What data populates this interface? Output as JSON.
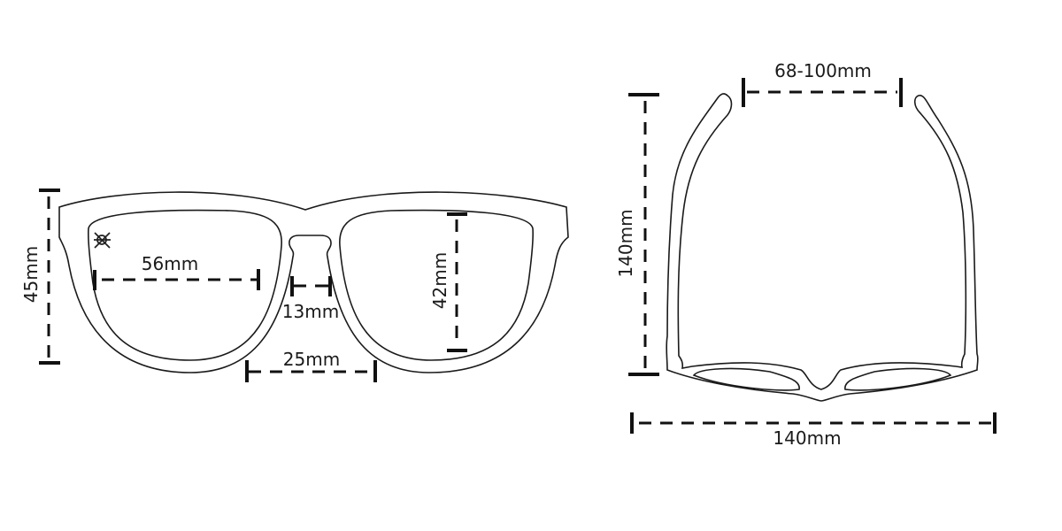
{
  "front_view": {
    "frame_height": "45mm",
    "lens_width": "56mm",
    "bridge_width": "13mm",
    "nose_width": "25mm",
    "lens_height": "42mm"
  },
  "top_view": {
    "temple_length": "140mm",
    "head_width": "68-100mm",
    "total_width": "140mm"
  },
  "colors": {
    "line": "#1a1a1a",
    "background": "#ffffff"
  }
}
